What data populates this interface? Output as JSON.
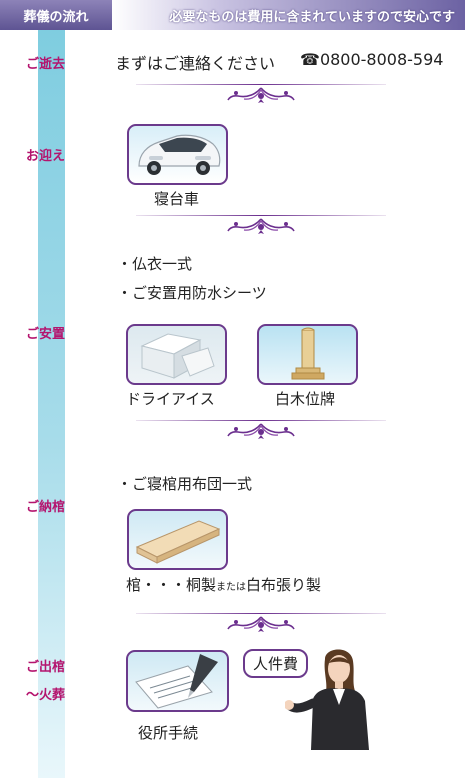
{
  "header": {
    "title": "葬儀の流れ",
    "tagline": "必要なものは費用に含まれていますので安心です"
  },
  "steps": {
    "step1": "ご逝去",
    "step2": "お迎え",
    "step3": "ご安置",
    "step4": "ご納棺",
    "step5_line1": "ご出棺",
    "step5_line2": "～火葬"
  },
  "contact": {
    "text": "まずはご連絡ください",
    "phone_icon": "☎",
    "phone": "0800-8008-594"
  },
  "pickup": {
    "vehicle_label": "寝台車"
  },
  "anchi": {
    "list": [
      "・仏衣一式",
      "・ご安置用防水シーツ"
    ],
    "dry_ice_label": "ドライアイス",
    "ihai_label": "白木位牌"
  },
  "nokan": {
    "list": [
      "・ご寝棺用布団一式"
    ],
    "coffin_label_a": "棺・・・桐製",
    "coffin_label_small": "または",
    "coffin_label_b": "白布張り製"
  },
  "shukkan": {
    "procedure_label": "役所手続",
    "staff_fee_label": "人件費"
  },
  "icons": [
    "ornament-icon",
    "car-icon",
    "dry-ice-icon",
    "ihai-icon",
    "coffin-icon",
    "document-pen-icon",
    "staff-woman-icon",
    "phone-icon"
  ],
  "colors": {
    "accent": "#b4146e",
    "header_purple": "#6c62a3",
    "timeline_blue": "#7fcde0",
    "card_border": "#6b3a8c"
  }
}
